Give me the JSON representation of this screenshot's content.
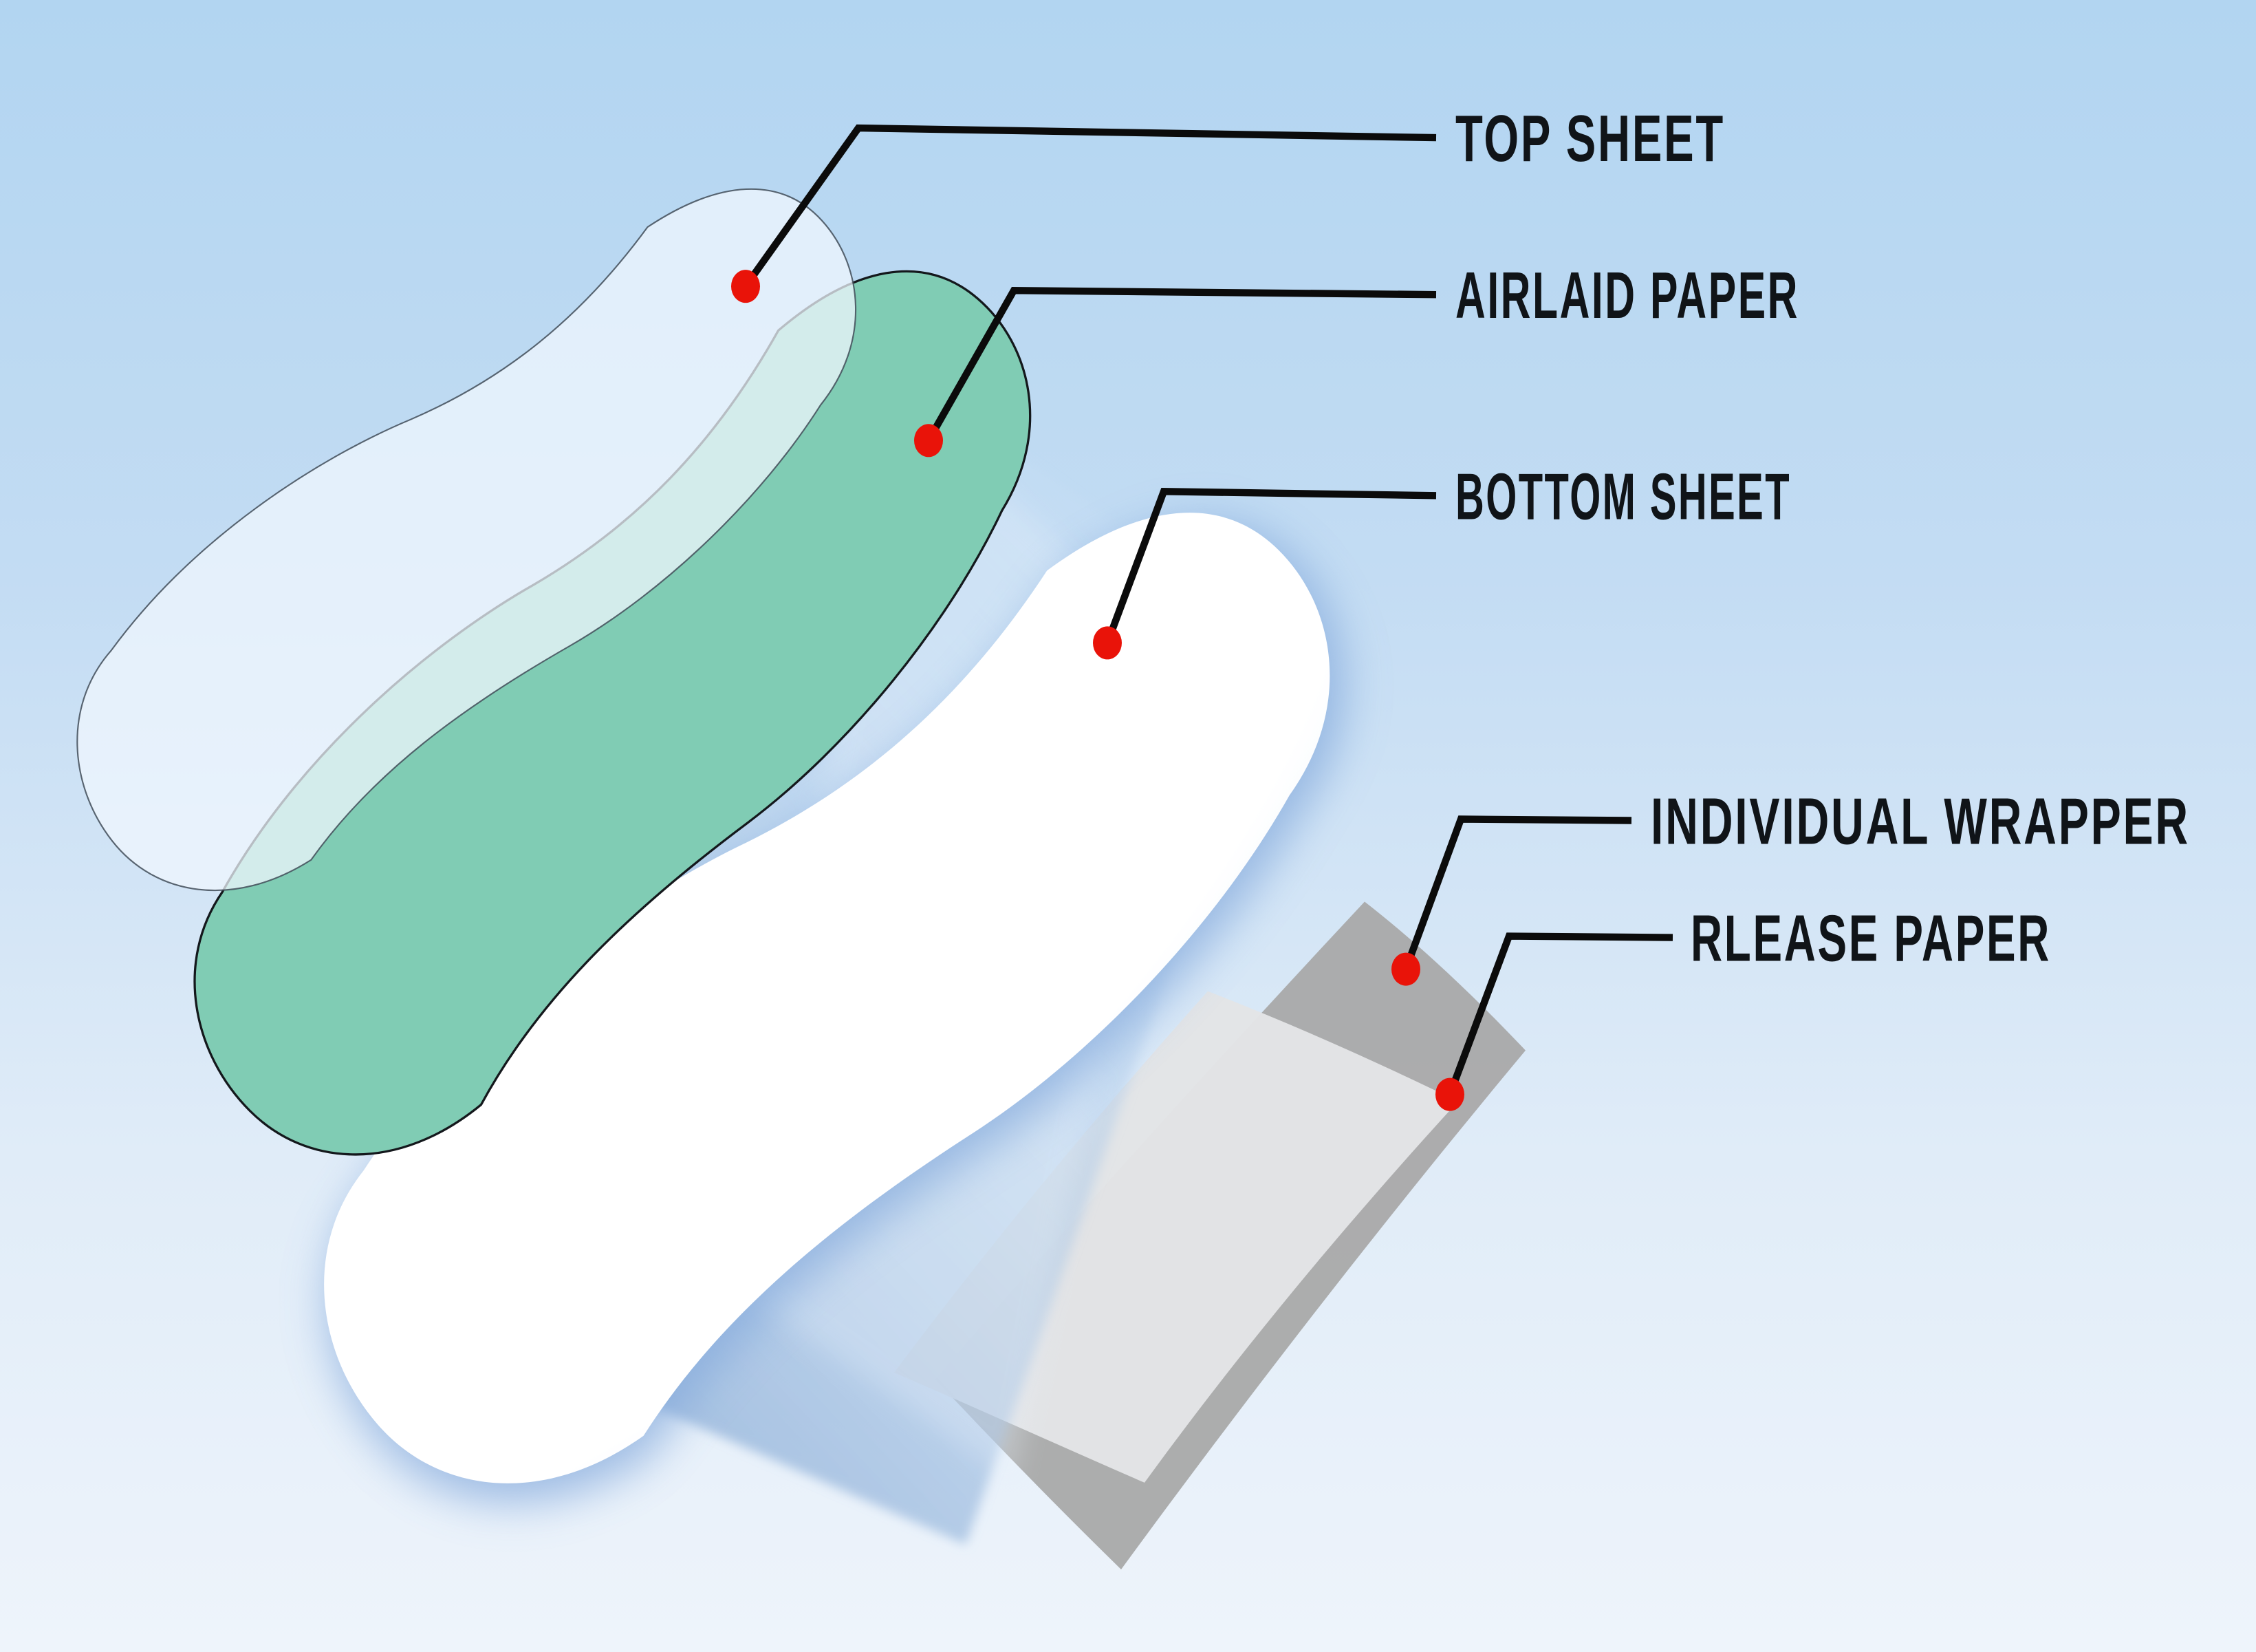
{
  "diagram": {
    "type": "exploded-layer-diagram",
    "subject": "sanitary pad construction layers",
    "labels": [
      {
        "id": "top-sheet",
        "text": "TOP SHEET"
      },
      {
        "id": "airlaid-paper",
        "text": "AIRLAID PAPER"
      },
      {
        "id": "bottom-sheet",
        "text": "BOTTOM SHEET"
      },
      {
        "id": "individual-wrapper",
        "text": "INDIVIDUAL WRAPPER"
      },
      {
        "id": "rlease-paper",
        "text": "RLEASE PAPER"
      }
    ],
    "colors": {
      "background_top": "#b3d6f1",
      "background_bottom": "#eef5fc",
      "top_sheet_fill": "rgba(240,247,253,0.74)",
      "top_sheet_outline": "#414c58",
      "airlaid_fill": "#80ccb4",
      "airlaid_outline": "#14181c",
      "bottom_sheet_fill": "#ffffff",
      "bottom_sheet_glow": "#86abdd",
      "beam_fill": "#9dc0e4",
      "wrapper_outer_fill": "#a9a9a9",
      "release_paper_fill": "#e3e4e6",
      "leader_line": "#0b0b0b",
      "callout_dot": "#e91309",
      "label_text": "#101418"
    }
  }
}
